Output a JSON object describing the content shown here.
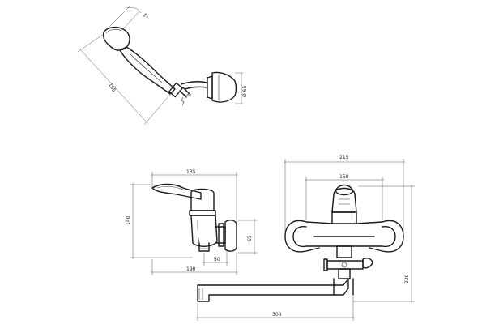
{
  "dimensions": {
    "shower_angle": "5°",
    "shower_length": "195",
    "holder_diameter": "Ø 65",
    "mixer_depth": "135",
    "mixer_height": "140",
    "mixer_flange": "65",
    "mixer_base": "190",
    "mixer_outlet": "50",
    "bath_width": "215",
    "bath_centers": "150",
    "bath_height": "220",
    "spout_length": "300"
  }
}
